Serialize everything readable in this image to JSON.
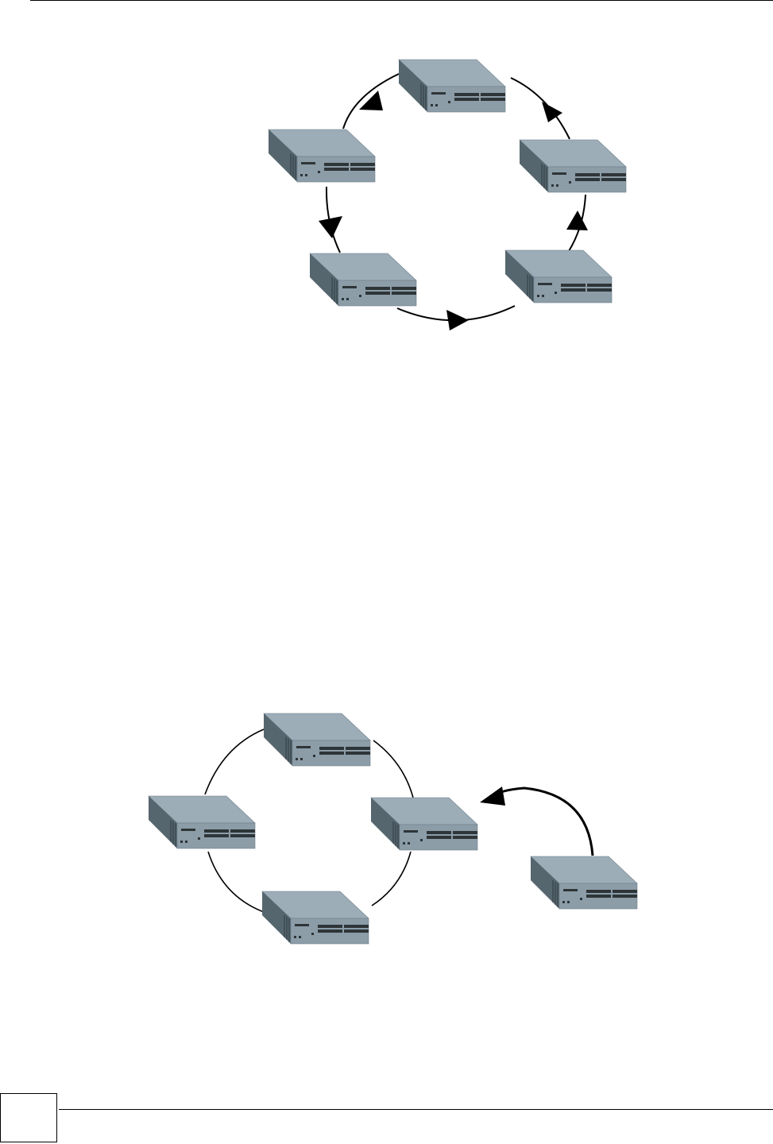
{
  "page": {
    "page_number": ""
  },
  "colors": {
    "device_top": "#9cadb8",
    "device_front": "#8b9ca8",
    "device_side": "#5b6b76",
    "device_port": "#2e3538",
    "line": "#000000"
  },
  "icons": {
    "device": "network-switch-icon"
  },
  "diagrams": [
    {
      "id": "ring-loop",
      "device_count": 5,
      "direction": "counter-clockwise",
      "arrows": 5
    },
    {
      "id": "ring-join",
      "ring_device_count": 4,
      "joining_device_count": 1,
      "arrows": 1
    }
  ]
}
